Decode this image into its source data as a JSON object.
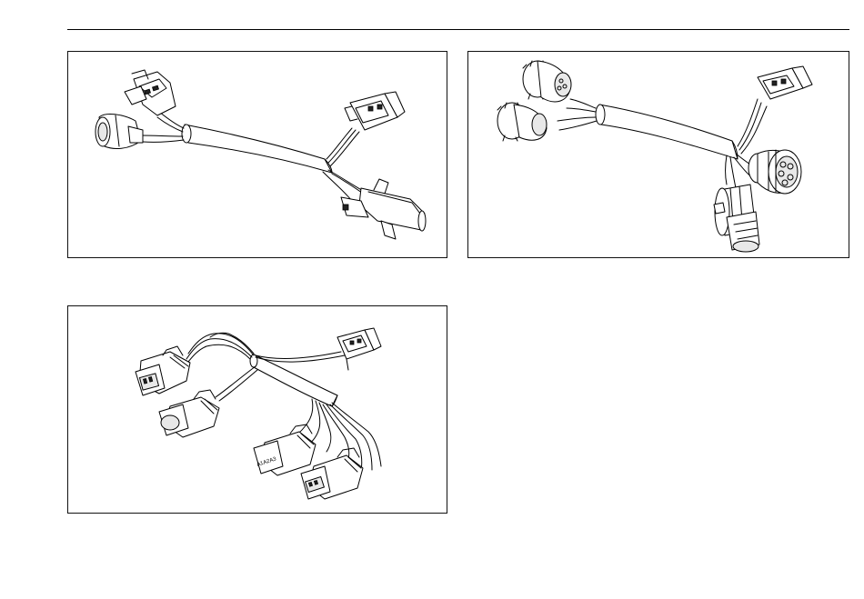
{
  "page": {
    "figures": [
      {
        "id": "harness-a",
        "connector_label": ""
      },
      {
        "id": "harness-b",
        "connector_label": ""
      },
      {
        "id": "harness-c",
        "connector_label": "A1A2A3"
      }
    ]
  }
}
